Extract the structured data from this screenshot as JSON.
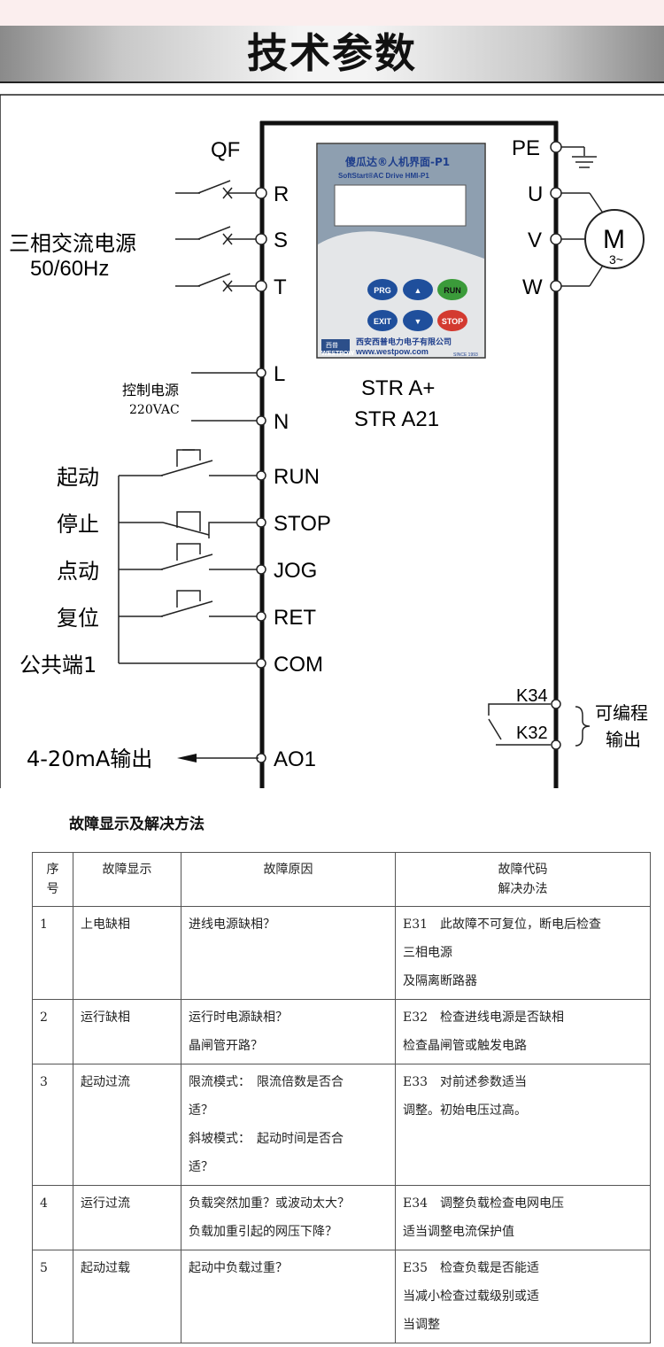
{
  "header": {
    "title": "技术参数"
  },
  "diagram": {
    "left_terminals": {
      "R": "R",
      "S": "S",
      "T": "T",
      "L": "L",
      "N": "N",
      "RUN": "RUN",
      "STOP": "STOP",
      "JOG": "JOG",
      "RET": "RET",
      "COM": "COM",
      "AO1": "AO1"
    },
    "right_terminals": {
      "PE": "PE",
      "U": "U",
      "V": "V",
      "W": "W",
      "K34": "K34",
      "K32": "K32"
    },
    "qf": "QF",
    "power_label": "三相交流电源",
    "freq_label": "50/60Hz",
    "ctrl_power_label": "控制电源",
    "ctrl_voltage": "220VAC",
    "start_label": "起动",
    "stop_label": "停止",
    "jog_label": "点动",
    "reset_label": "复位",
    "common_label": "公共端1",
    "ao_label": "4-20mA输出",
    "motor_label": "M",
    "motor_phase": "3~",
    "relay_label_1": "可编程",
    "relay_label_2": "输出",
    "model_1": "STR A+",
    "model_2": "STR A21",
    "panel": {
      "title": "傻瓜达®人机界面-P1",
      "subtitle": "SoftStart®AC Drive HMI-P1",
      "buttons": [
        "PRG",
        "▲",
        "RUN",
        "EXIT",
        "▼",
        "STOP"
      ],
      "brand_logo": "西普",
      "brand_name": "WESTPOW",
      "company": "西安西普电力电子有限公司",
      "website": "www.westpow.com",
      "since": "SINCE 1993"
    }
  },
  "fault_section": {
    "title": "故障显示及解决方法",
    "headers": [
      "序号",
      "故障显示",
      "故障原因",
      "故障代码解决办法"
    ],
    "header_code_lines": [
      "故障代码",
      "解决办法"
    ],
    "header_no_lines": [
      "序",
      "号"
    ],
    "rows": [
      {
        "no": "1",
        "display": "上电缺相",
        "cause": [
          "进线电源缺相？"
        ],
        "solution": [
          "E31　此故障不可复位，断电后检查",
          "三相电源",
          "及隔离断路器"
        ]
      },
      {
        "no": "2",
        "display": "运行缺相",
        "cause": [
          "运行时电源缺相？",
          "晶闸管开路？"
        ],
        "solution": [
          "E32　检查进线电源是否缺相",
          "检查晶闸管或触发电路"
        ]
      },
      {
        "no": "3",
        "display": "起动过流",
        "cause": [
          "限流模式：　限流倍数是否合",
          "适？",
          "斜坡模式：　起动时间是否合",
          "适？"
        ],
        "solution": [
          "E33　对前述参数适当",
          "调整。初始电压过高。"
        ]
      },
      {
        "no": "4",
        "display": "运行过流",
        "cause": [
          "负载突然加重？或波动太大？",
          "负载加重引起的网压下降？"
        ],
        "solution": [
          "E34　调整负载检查电网电压",
          "适当调整电流保护值"
        ]
      },
      {
        "no": "5",
        "display": "起动过载",
        "cause": [
          "起动中负载过重？"
        ],
        "solution": [
          "E35　检查负载是否能适",
          "当减小检查过载级别或适",
          "当调整"
        ]
      }
    ]
  },
  "colors": {
    "panel_body": "#8e9fb0",
    "panel_lower": "#e4e6e8",
    "panel_header": "#52616f",
    "btn_blue": "#1f4f9c",
    "btn_green": "#3b9b3a",
    "btn_red": "#d33a30",
    "lcd": "#ffffff"
  }
}
